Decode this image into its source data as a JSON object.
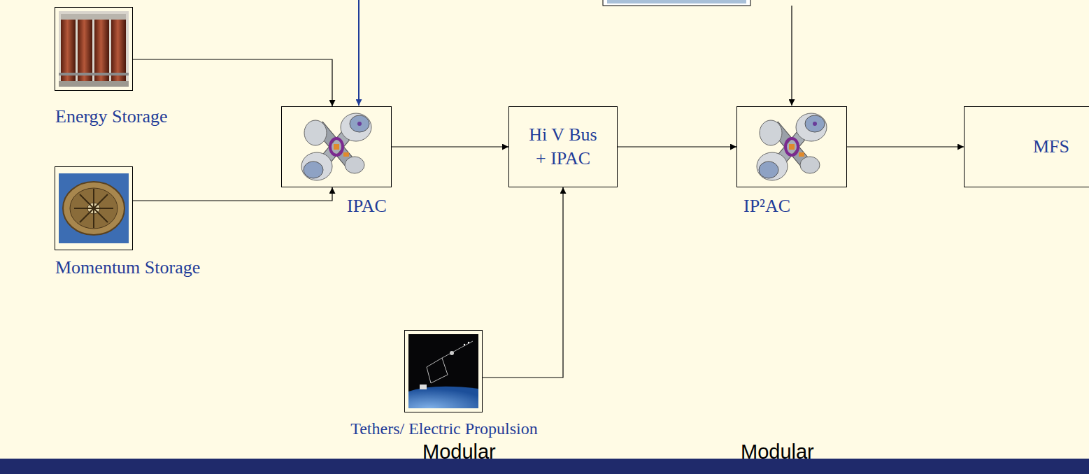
{
  "diagram": {
    "nodes": [
      {
        "text": [
          "Energy Storage"
        ]
      },
      {
        "text": [
          "Momentum Storage"
        ]
      },
      {
        "text": [
          "IPAC"
        ]
      },
      {
        "text": [
          "Hi V Bus + IPAC"
        ]
      },
      {
        "text": [
          "IP²AC"
        ]
      },
      {
        "text": [
          "MFS"
        ]
      },
      {
        "text": [
          "Tethers/ Electric Propulsion"
        ]
      }
    ],
    "edges": [
      {
        "from": 0,
        "to": 2,
        "arrow": "to"
      },
      {
        "from": 1,
        "to": 2,
        "arrow": "to"
      },
      {
        "from": 2,
        "to": 3,
        "arrow": "to"
      },
      {
        "from": 6,
        "to": 3,
        "arrow": "to"
      },
      {
        "from": 3,
        "to": 4,
        "arrow": "to"
      },
      {
        "from": 4,
        "to": 5,
        "arrow": "to"
      }
    ],
    "labels": [
      "Modular",
      "Modular"
    ]
  }
}
